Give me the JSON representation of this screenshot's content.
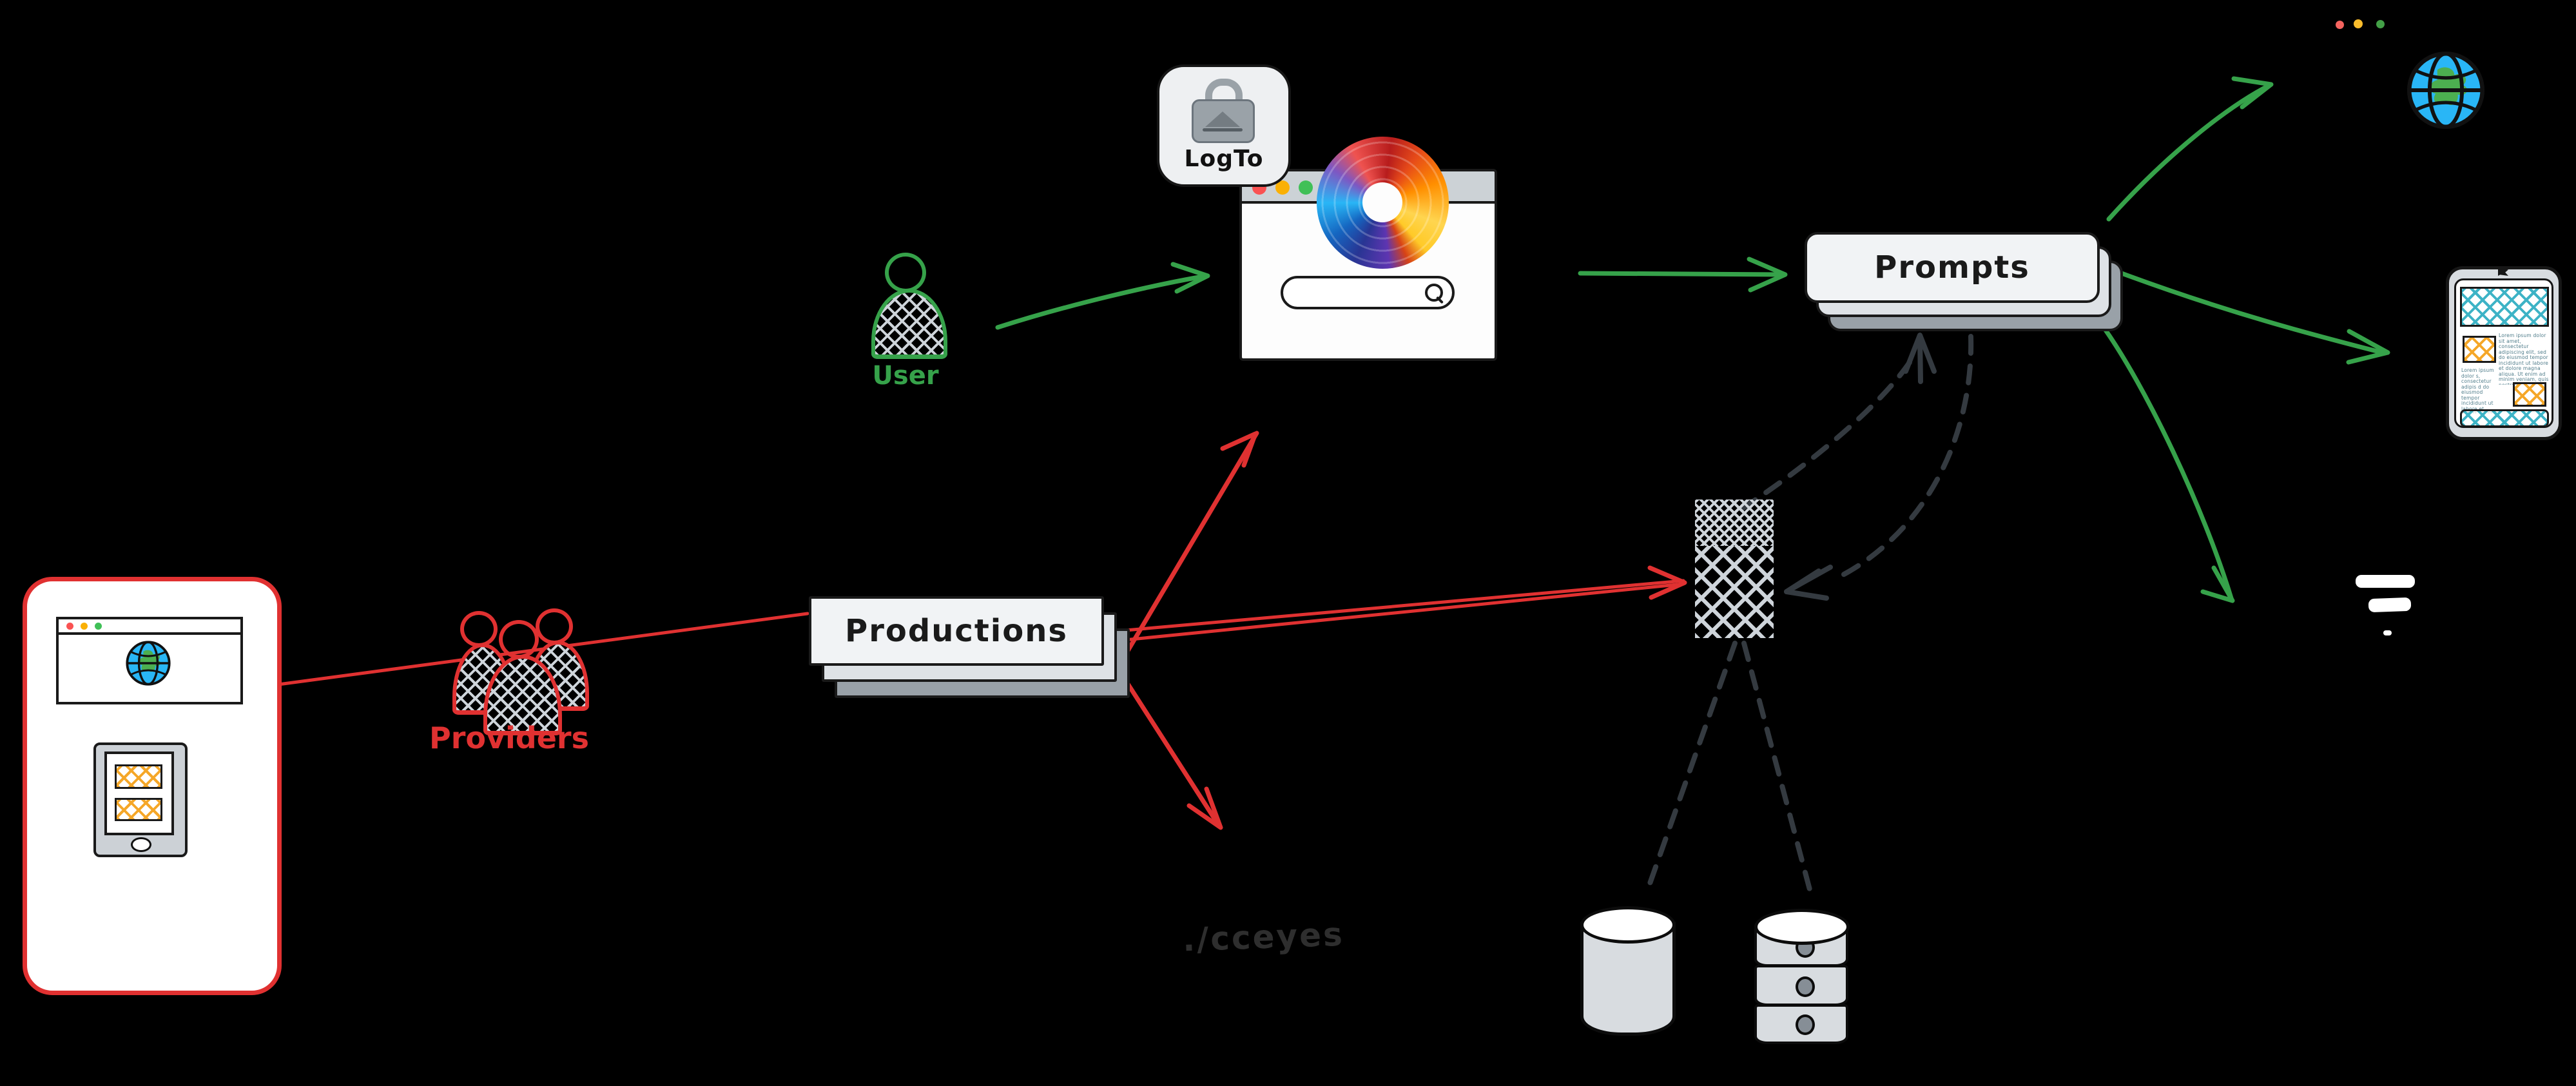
{
  "colors": {
    "background": "#000000",
    "ink": "#1a1a1a",
    "green": "#36a24a",
    "red": "#e03131",
    "dark": "#343a40",
    "dark2": "#2e2e2e",
    "hatch": "#ced4da",
    "chrome": "#ccd2d6",
    "boxface": "#f1f3f5",
    "boxmid": "#dee2e6",
    "boxback": "#99a1a8",
    "dbfill": "#d8dce0",
    "teal": "#3db3c6",
    "orange": "#f5a728",
    "globe_blue": "#29b6f6",
    "globe_green": "#4caf50"
  },
  "nodes": {
    "logto": {
      "label": "LogTo"
    },
    "user": {
      "label": "User"
    },
    "providers": {
      "label": "Providers"
    },
    "productions": {
      "label": "Productions"
    },
    "prompts": {
      "label": "Prompts"
    },
    "watermark": {
      "label": "./cceyes"
    },
    "json_db": {
      "glyph": "{ }"
    },
    "phone": {
      "lorem_a": "Lorem ipsum dolor sit amet, consectetur adipiscing elit, sed do eiusmod tempor incididunt ut labore et dolore magna aliqua. Ut enim ad minim veniam, quis nostrud exercitation ullamco laboris nisi ut aliquip ex ea commodo consequat. Duis aute irure dolor in reprehenderit.",
      "lorem_b": "Lorem ipsum dolor s, consectetur adipis d do eiusmod tempor incididunt ut labore et dolore magna aliqua. Ut enim ad minim veniam, quis nostrud exercitation ullamco laboris nisi ut aliquip ex ea commodo consequat. Duis aute."
    }
  },
  "connections": [
    {
      "from": "user",
      "to": "firefox-browser",
      "color": "green",
      "style": "solid"
    },
    {
      "from": "firefox-browser",
      "to": "prompts",
      "color": "green",
      "style": "solid"
    },
    {
      "from": "prompts",
      "to": "web-globe",
      "color": "green",
      "style": "solid"
    },
    {
      "from": "prompts",
      "to": "mobile-preview",
      "color": "green",
      "style": "solid"
    },
    {
      "from": "prompts",
      "to": "response-lines",
      "color": "green",
      "style": "solid"
    },
    {
      "from": "provider-apps",
      "to": "productions",
      "color": "red",
      "style": "solid"
    },
    {
      "from": "productions",
      "to": "upper-endpoint",
      "color": "red",
      "style": "solid"
    },
    {
      "from": "productions",
      "to": "ingest-filter",
      "color": "red",
      "style": "solid"
    },
    {
      "from": "productions",
      "to": "lower-endpoint",
      "color": "red",
      "style": "solid"
    },
    {
      "from": "ingest-filter",
      "to": "prompts",
      "color": "dark",
      "style": "dashed"
    },
    {
      "from": "prompts",
      "to": "ingest-filter",
      "color": "dark",
      "style": "dashed"
    },
    {
      "from": "ingest-filter",
      "to": "json-database",
      "color": "dark",
      "style": "dashed"
    },
    {
      "from": "ingest-filter",
      "to": "stacked-database",
      "color": "dark",
      "style": "dashed"
    }
  ]
}
